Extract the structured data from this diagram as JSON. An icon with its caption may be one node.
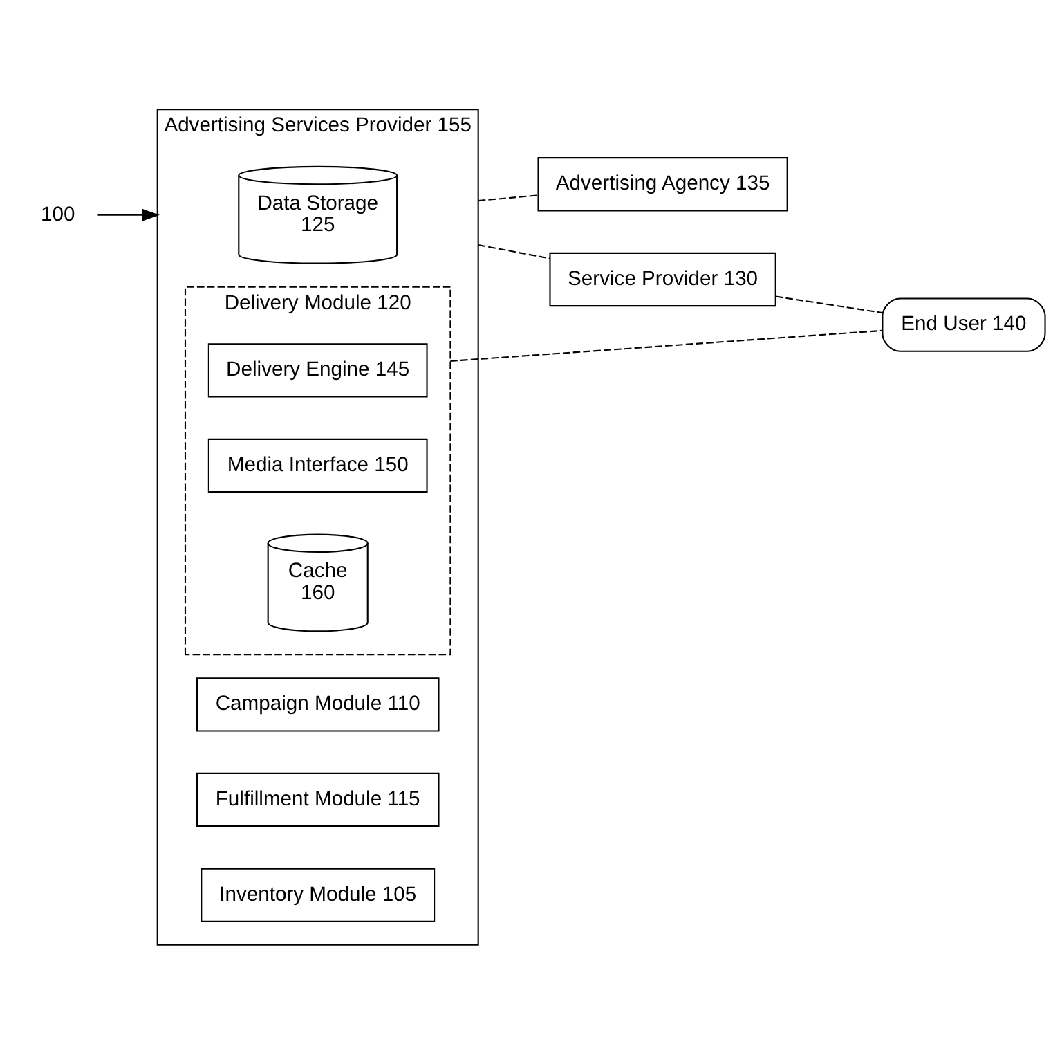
{
  "diagram": {
    "nodes": [
      {
        "text": [
          "Advertising Services Provider 155"
        ]
      },
      {
        "text": [
          "Data Storage",
          "125"
        ],
        "in": 0
      },
      {
        "text": [
          "Campaign Module 110"
        ],
        "in": 0
      },
      {
        "text": [
          "Fulfillment Module 115"
        ],
        "in": 0
      },
      {
        "text": [
          "Inventory Module 105"
        ],
        "in": 0
      },
      {
        "text": [
          "Delivery Module 120"
        ],
        "in": 0
      },
      {
        "text": [
          "Delivery Engine 145"
        ],
        "in": 5
      },
      {
        "text": [
          "Media Interface 150"
        ],
        "in": 5
      },
      {
        "text": [
          "Cache",
          "160"
        ],
        "in": 5
      },
      {
        "text": [
          "Advertising Agency 135"
        ]
      },
      {
        "text": [
          "Service Provider 130"
        ]
      },
      {
        "text": [
          "End User 140"
        ]
      },
      {
        "text": [
          "100"
        ]
      }
    ],
    "edges": [
      {
        "from": 12,
        "to": 0,
        "arrow": "to"
      },
      {
        "from": 0,
        "to": 9,
        "arrow": "none",
        "style": "dashed"
      },
      {
        "from": 0,
        "to": 10,
        "arrow": "none",
        "style": "dashed"
      },
      {
        "from": 5,
        "to": 11,
        "arrow": "none",
        "style": "dashed"
      },
      {
        "from": 10,
        "to": 11,
        "arrow": "none",
        "style": "dashed"
      }
    ]
  }
}
